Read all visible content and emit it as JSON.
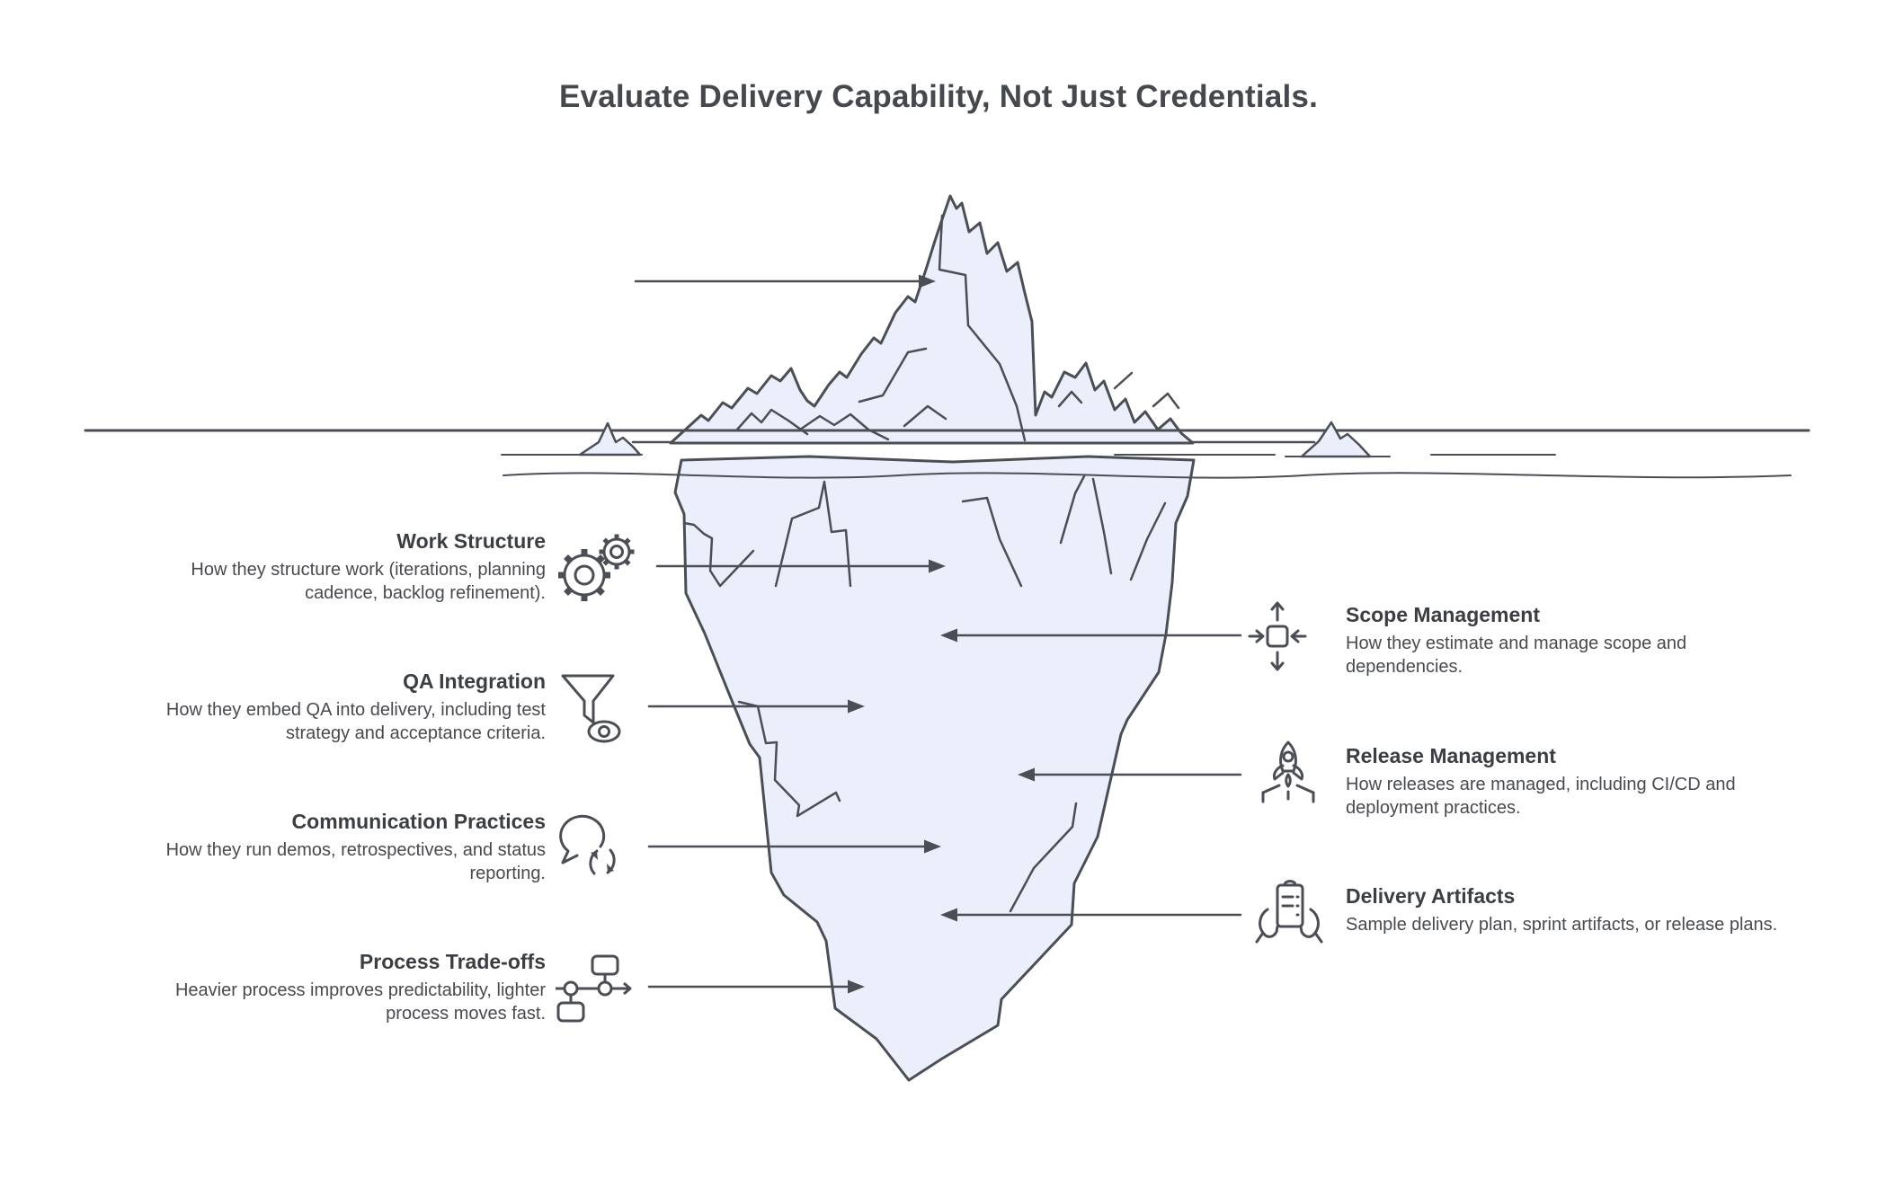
{
  "title": "Evaluate Delivery Capability, Not Just Credentials.",
  "colors": {
    "iceberg_fill": "#eaeffb",
    "stroke": "#4b4f55",
    "heading_text": "#3b3e42",
    "body_text": "#474a4e",
    "title_text": "#45484c"
  },
  "left_labels": [
    {
      "heading": "Work Structure",
      "body": "How they structure work (iterations, planning cadence, backlog refinement).",
      "icon": "gears-icon"
    },
    {
      "heading": "QA Integration",
      "body": "How they embed QA into delivery, including test strategy and acceptance criteria.",
      "icon": "funnel-eye-icon"
    },
    {
      "heading": "Communication Practices",
      "body": "How they run demos, retrospectives, and status reporting.",
      "icon": "chat-refresh-icon"
    },
    {
      "heading": "Process Trade-offs",
      "body": "Heavier process improves predictability, lighter process moves fast.",
      "icon": "flowchart-icon"
    }
  ],
  "right_labels": [
    {
      "heading": "Scope Management",
      "body": "How they estimate and manage scope and dependencies.",
      "icon": "scope-arrows-icon"
    },
    {
      "heading": "Release Management",
      "body": "How releases are managed, including CI/CD and deployment practices.",
      "icon": "rocket-icon"
    },
    {
      "heading": "Delivery Artifacts",
      "body": "Sample delivery plan, sprint artifacts, or release plans.",
      "icon": "document-hands-icon"
    }
  ]
}
